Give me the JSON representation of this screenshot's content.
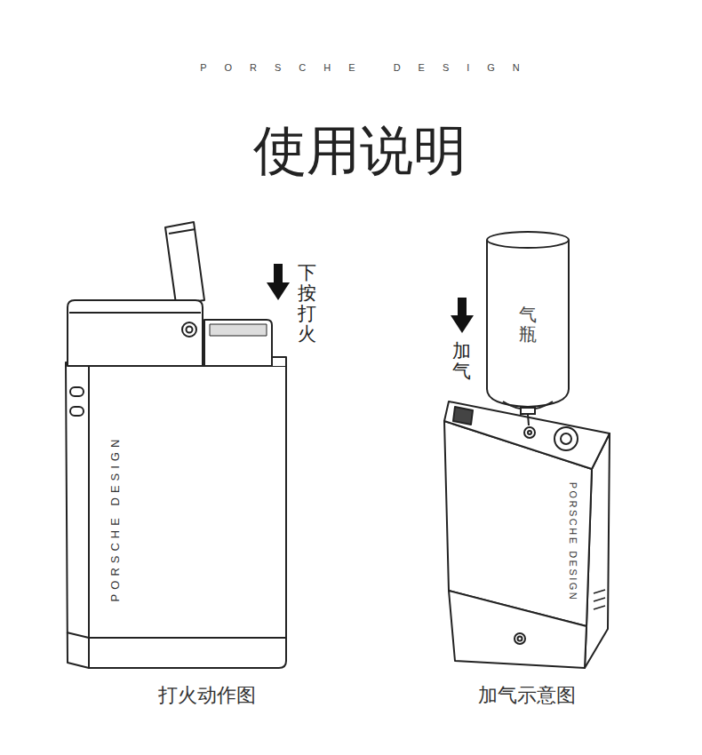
{
  "diagram": {
    "title": "使用说明",
    "nodes": [
      {
        "text": [
          "PORSCHE DESIGN"
        ]
      },
      {
        "text": [
          "气瓶"
        ]
      },
      {
        "text": [
          "PORSCHE DESIGN"
        ]
      }
    ],
    "labels": [
      "PORSCHE DESIGN",
      "下按打火",
      "加气",
      "打火动作图",
      "加气示意图"
    ]
  }
}
